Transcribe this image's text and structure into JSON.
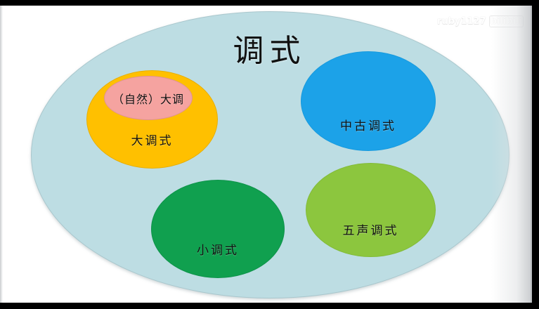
{
  "slide": {
    "title": "调式",
    "background_color": "#ffffff",
    "universe_color": "#bddde3"
  },
  "watermark": {
    "user": "ruby1127",
    "platform": "bilibili"
  },
  "diagram": {
    "type": "venn-euler",
    "universe_label": "调式",
    "sets": [
      {
        "id": "major-scale",
        "label": "大调式",
        "color": "#ffc000"
      },
      {
        "id": "natural-major",
        "label": "（自然）大调",
        "color": "#f5a3a0",
        "parent": "major-scale"
      },
      {
        "id": "medieval-modes",
        "label": "中古调式",
        "color": "#1ca2e8"
      },
      {
        "id": "minor-scale",
        "label": "小调式",
        "color": "#10a04f"
      },
      {
        "id": "pentatonic-scale",
        "label": "五声调式",
        "color": "#8cc63e"
      }
    ]
  }
}
